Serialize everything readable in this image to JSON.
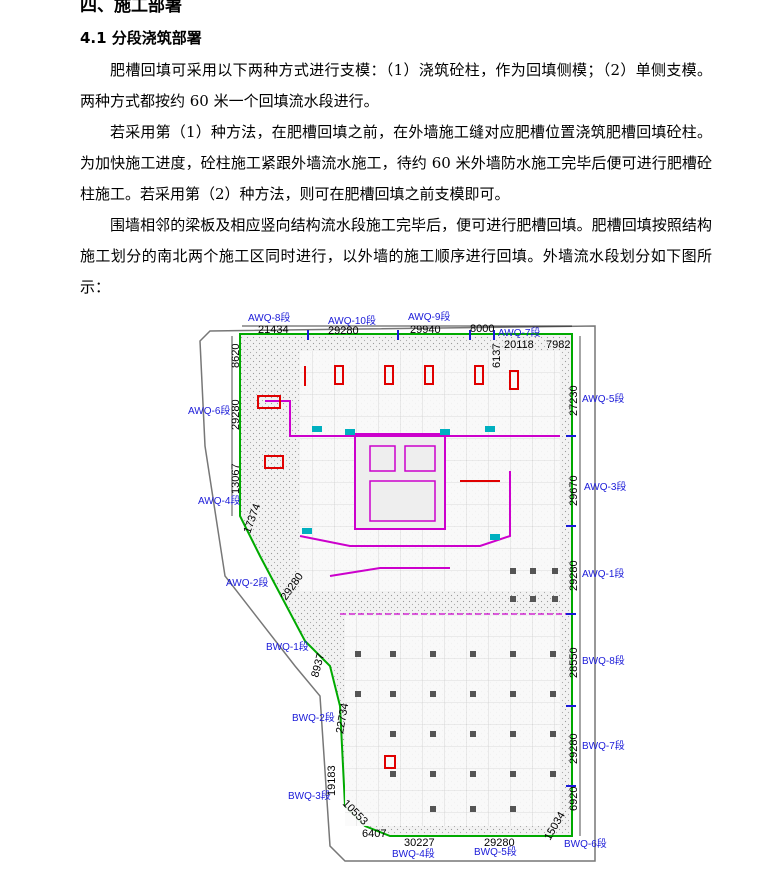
{
  "heading": "四、施工部署",
  "section_title": "4.1 分段浇筑部署",
  "paragraphs": [
    "肥槽回填可采用以下两种方式进行支模：（1）浇筑砼柱，作为回填侧模；（2）单侧支模。两种方式都按约 60 米一个回填流水段进行。",
    "若采用第（1）种方法，在肥槽回填之前，在外墙施工缝对应肥槽位置浇筑肥槽回填砼柱。为加快施工进度，砼柱施工紧跟外墙流水施工，待约 60 米外墙防水施工完毕后便可进行肥槽砼柱施工。若采用第（2）种方法，则可在肥槽回填之前支模即可。",
    "围墙相邻的梁板及相应竖向结构流水段施工完毕后，便可进行肥槽回填。肥槽回填按照结构施工划分的南北两个施工区同时进行，以外墙的施工顺序进行回填。外墙流水段划分如下图所示："
  ],
  "plan": {
    "segments": {
      "awq8": "AWQ-8段",
      "awq10": "AWQ-10段",
      "awq9": "AWQ-9段",
      "awq7": "AWQ-7段",
      "awq6": "AWQ-6段",
      "awq5": "AWQ-5段",
      "awq4": "AWQ-4段",
      "awq3": "AWQ-3段",
      "awq2": "AWQ-2段",
      "awq1": "AWQ-1段",
      "bwq1": "BWQ-1段",
      "bwq8": "BWQ-8段",
      "bwq2": "BWQ-2段",
      "bwq7": "BWQ-7段",
      "bwq3": "BWQ-3段",
      "bwq4": "BWQ-4段",
      "bwq5": "BWQ-5段",
      "bwq6": "BWQ-6段"
    },
    "dims": {
      "d21434": "21434",
      "d29280a": "29280",
      "d29940": "29940",
      "d8000": "8000",
      "d20118": "20118",
      "d7982": "7982",
      "d6137": "6137",
      "d8620": "8620",
      "d29280b": "29280",
      "d13067": "13067",
      "d17374": "17374",
      "d29280c": "29280",
      "d27230": "27230",
      "d29670": "29670",
      "d29280d": "29280",
      "d28550": "28550",
      "d29280e": "29280",
      "d6920": "6920",
      "d8937": "8937",
      "d22734": "22734",
      "d19183": "19183",
      "d10553": "10553",
      "d6407": "6407",
      "d30227": "30227",
      "d29280f": "29280",
      "d15034": "15034"
    },
    "colors": {
      "outline": "#00aa00",
      "dim": "#000000",
      "seg": "#1a1ad8",
      "red": "#e00000",
      "magenta": "#cc00cc",
      "cyan": "#00b0c0"
    }
  }
}
